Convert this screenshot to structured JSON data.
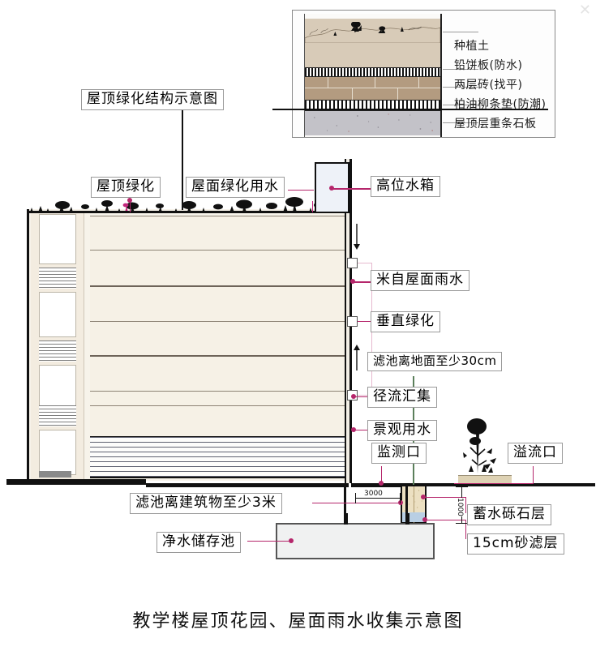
{
  "title": "教学楼屋顶花园、屋面雨水收集示意图",
  "watermark": "✕",
  "detail_inset": {
    "caption": "屋顶绿化结构示意图",
    "layers": [
      {
        "id": "planting-soil",
        "label": "种植土",
        "color": "#d8cbb8"
      },
      {
        "id": "lead-waterproof-board",
        "label": "铅饼板(防水)",
        "color": "#111111"
      },
      {
        "id": "two-layer-brick",
        "label": "两层砖(找平)",
        "color": "#b39b80"
      },
      {
        "id": "asphalt-wicker-mat",
        "label": "柏油柳条垫(防潮)",
        "color": "#111111"
      },
      {
        "id": "roof-heavy-stone-slab",
        "label": "屋顶层重条石板",
        "color": "#c3c2c8"
      }
    ]
  },
  "callouts": {
    "roof_greening": "屋顶绿化",
    "roof_greening_water": "屋面绿化用水",
    "high_water_tank": "高位水箱",
    "from_roof_rainwater": "米自屋面雨水",
    "vertical_greening": "垂直绿化",
    "filter_above_ground": "滤池离地面至少30cm",
    "runoff_collection": "径流汇集",
    "landscape_water": "景观用水",
    "monitoring_port": "监测口",
    "overflow_port": "溢流口",
    "filter_from_building": "滤池离建筑物至少3米",
    "clean_water_storage": "净水储存池",
    "water_storage_gravel": "蓄水砾石层",
    "sand_filter_layer": "15cm砂滤层"
  },
  "dimensions": {
    "horizontal": "3000",
    "vertical": "1000"
  },
  "colors": {
    "leader": "#b5266b",
    "wall": "#f7f3ea",
    "tank": "#eef2f8",
    "ground": "#111111",
    "soil": "#d8cbb8",
    "brick": "#b39b80",
    "slab": "#c3c2c8",
    "gravel": "#b9cfe4"
  },
  "icons": {
    "flow_down": "↓",
    "flow_up": "↑"
  }
}
